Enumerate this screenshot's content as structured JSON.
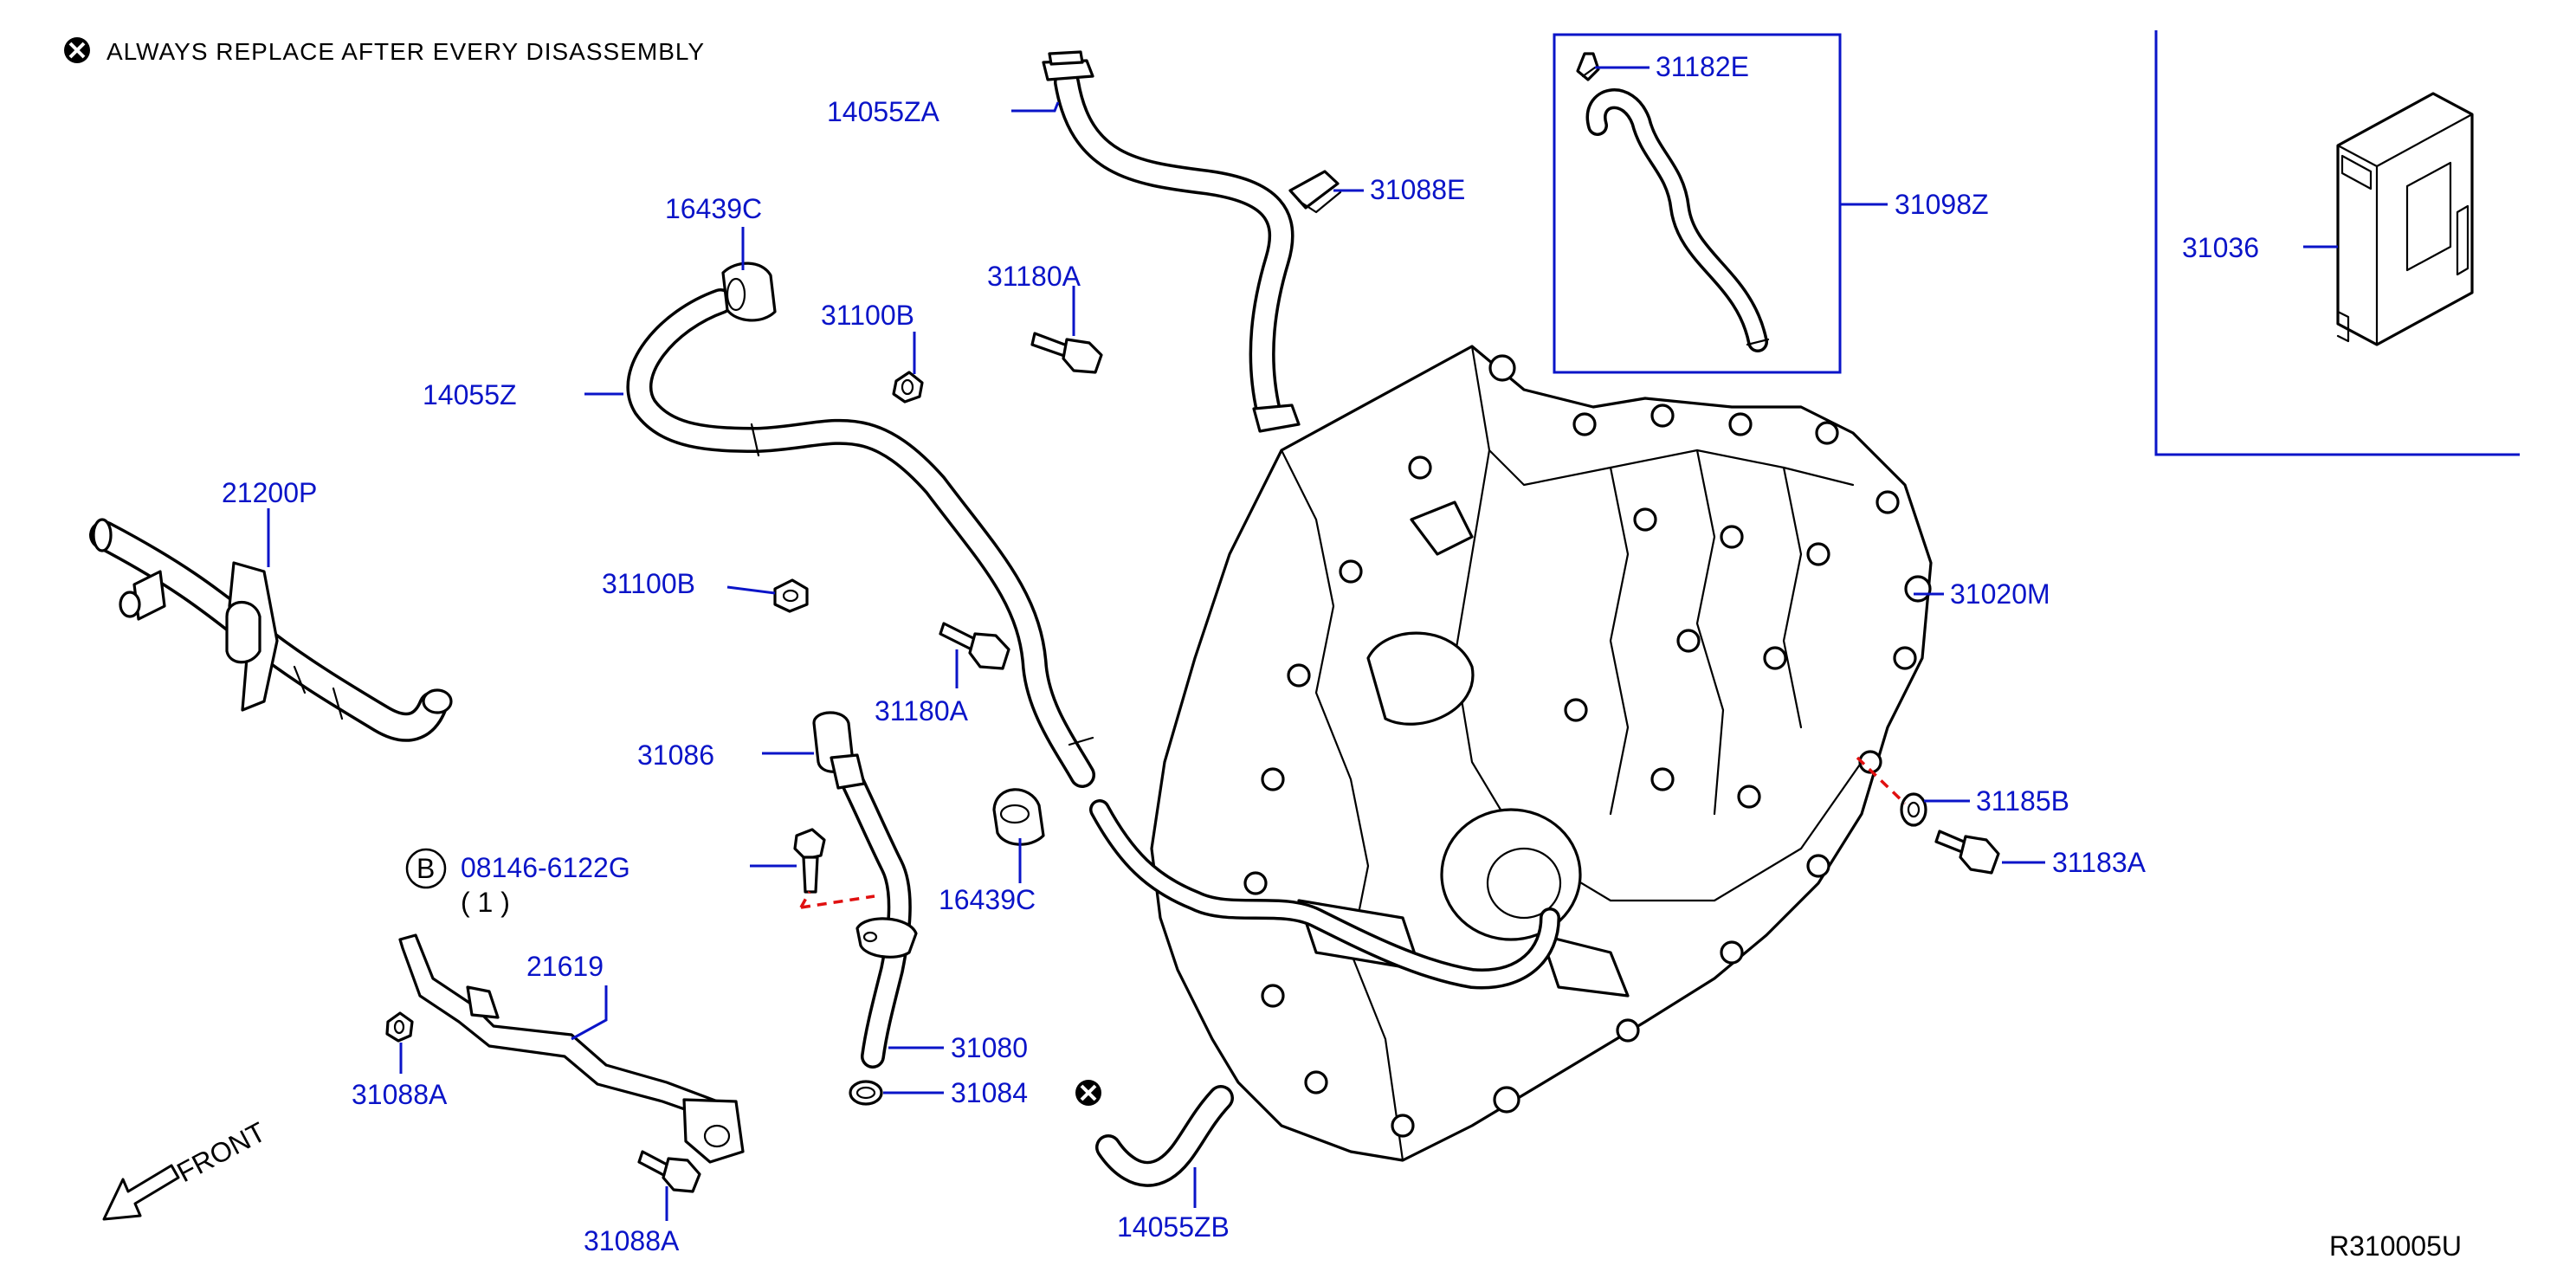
{
  "note": {
    "text": "ALWAYS   REPLACE   AFTER   EVERY   DISASSEMBLY"
  },
  "front_label": "FRONT",
  "diagram_code": "R310005U",
  "bolt_qty": "(  1  )",
  "callouts": [
    {
      "id": "c-14055za",
      "label": "14055ZA"
    },
    {
      "id": "c-16439c-top",
      "label": "16439C"
    },
    {
      "id": "c-31088e",
      "label": "31088E"
    },
    {
      "id": "c-31182e",
      "label": "31182E"
    },
    {
      "id": "c-31098z",
      "label": "31098Z"
    },
    {
      "id": "c-31036",
      "label": "31036"
    },
    {
      "id": "c-31100b-top",
      "label": "31100B"
    },
    {
      "id": "c-31180a-top",
      "label": "31180A"
    },
    {
      "id": "c-14055z",
      "label": "14055Z"
    },
    {
      "id": "c-21200p",
      "label": "21200P"
    },
    {
      "id": "c-31100b-mid",
      "label": "31100B"
    },
    {
      "id": "c-31020m",
      "label": "31020M"
    },
    {
      "id": "c-31180a-mid",
      "label": "31180A"
    },
    {
      "id": "c-31086",
      "label": "31086"
    },
    {
      "id": "c-31185b",
      "label": "31185B"
    },
    {
      "id": "c-31183a",
      "label": "31183A"
    },
    {
      "id": "c-16439c-mid",
      "label": "16439C"
    },
    {
      "id": "c-08146",
      "label": "08146-6122G"
    },
    {
      "id": "c-21619",
      "label": "21619"
    },
    {
      "id": "c-31080",
      "label": "31080"
    },
    {
      "id": "c-31084",
      "label": "31084"
    },
    {
      "id": "c-31088a-left",
      "label": "31088A"
    },
    {
      "id": "c-31088a-bottom",
      "label": "31088A"
    },
    {
      "id": "c-14055zb",
      "label": "14055ZB"
    }
  ],
  "bolt_badge": "B",
  "colors": {
    "label": "#0a14c8",
    "line": "#000000",
    "dash": "#e01010",
    "background": "#ffffff"
  },
  "icons": [
    "replace-symbol-icon",
    "front-arrow-icon"
  ]
}
